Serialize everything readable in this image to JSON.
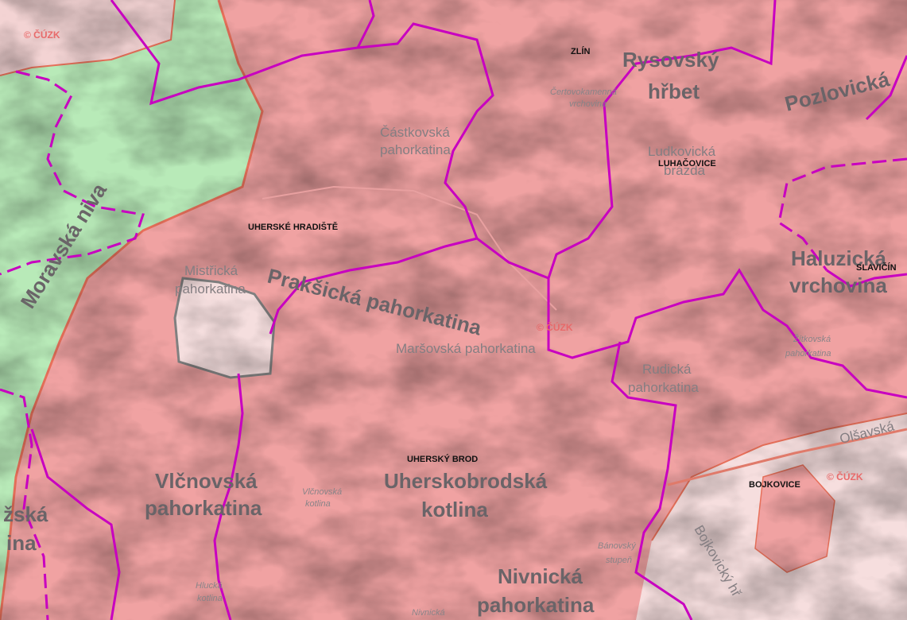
{
  "map": {
    "copyright": "© ČÚZK",
    "towns": {
      "zlin": "ZLÍN",
      "luhacovice": "LUHAČOVICE",
      "uherske_hradiste": "UHERSKÉ HRADIŠTĚ",
      "uhersky_brod": "UHERSKÝ BROD",
      "bojkovice": "BOJKOVICE",
      "slavicin": "SLAVIČÍN"
    },
    "regions": {
      "moravska_niva": "Moravská niva",
      "praksicka": "Prakšická pahorkatina",
      "rysovsky_1": "Rysovský",
      "rysovsky_2": "hřbet",
      "pozlovicka": "Pozlovická",
      "haluzicka_1": "Haluzická",
      "haluzicka_2": "vrchovina",
      "vlcnovska_1": "Vlčnovská",
      "vlcnovska_2": "pahorkatina",
      "uherskobrodska_1": "Uherskobrodská",
      "uherskobrodska_2": "kotlina",
      "nivnicka_1": "Nivnická",
      "nivnicka_2": "pahorkatina",
      "zska_1": "žská",
      "zska_2": "ina"
    },
    "subregions": {
      "castkovska_1": "Částkovská",
      "castkovska_2": "pahorkatina",
      "ludkovicka_1": "Ludkovická",
      "ludkovicka_2": "brázda",
      "mistricka_1": "Mistřická",
      "mistricka_2": "pahorkatina",
      "marsovska": "Maršovská pahorkatina",
      "rudicka_1": "Rudická",
      "rudicka_2": "pahorkatina",
      "olsavska": "Olšavská"
    },
    "minor": {
      "certovokamenna_1": "Čertovokamenná",
      "certovokamenna_2": "vrchovina",
      "vlcnovska_kotlina_1": "Vlčnovská",
      "vlcnovska_kotlina_2": "kotlina",
      "hlucka_1": "Hlucká",
      "hlucka_2": "kotlina",
      "nivnicka_minor": "Nivnická",
      "banovsky_1": "Bánovský",
      "banovsky_2": "stupeň",
      "zitkovska_1": "Žítkovská",
      "zitkovska_2": "pahorkatina",
      "bojkovicky": "Bojkovický hř"
    },
    "colors": {
      "pink_fill": "#f0a2a2",
      "pink_dark": "#e48d8d",
      "green_fill": "#b8eab8",
      "light_pink": "#f6dede",
      "magenta_border": "#c800c0",
      "orange_border": "#e8705a",
      "grey_outline": "#808080"
    }
  }
}
